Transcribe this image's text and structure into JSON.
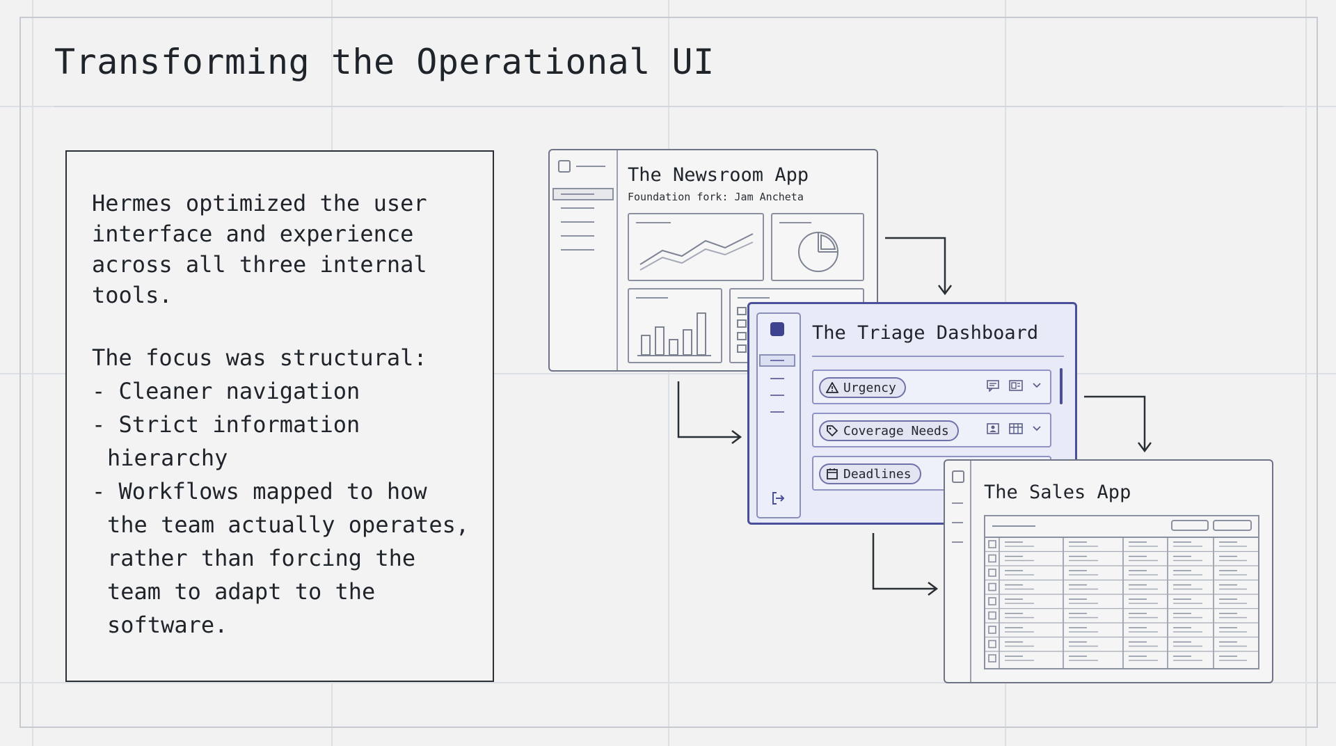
{
  "slide": {
    "title": "Transforming the Operational UI"
  },
  "summary": {
    "para1": [
      "Hermes optimized the user",
      "interface and experience",
      "across all three internal",
      "tools."
    ],
    "para2_heading": "The focus was structural:",
    "bullets": [
      [
        "- Cleaner navigation"
      ],
      [
        "- Strict information",
        "hierarchy"
      ],
      [
        "- Workflows mapped to how",
        "the team actually operates,",
        "rather than forcing the",
        "team to adapt to the",
        "software."
      ]
    ]
  },
  "newsroom": {
    "title": "The Newsroom App",
    "subtitle": "Foundation fork: Jam Ancheta"
  },
  "triage": {
    "title": "The Triage Dashboard",
    "rows": [
      {
        "label": "Urgency",
        "icon": "warning-icon"
      },
      {
        "label": "Coverage Needs",
        "icon": "tag-icon"
      },
      {
        "label": "Deadlines",
        "icon": "calendar-icon"
      }
    ]
  },
  "sales": {
    "title": "The Sales App"
  },
  "colors": {
    "ink": "#1f232a",
    "triage_accent": "#4a4f9a",
    "triage_bg": "#e9eaf7",
    "window_stroke": "#6e7486"
  }
}
